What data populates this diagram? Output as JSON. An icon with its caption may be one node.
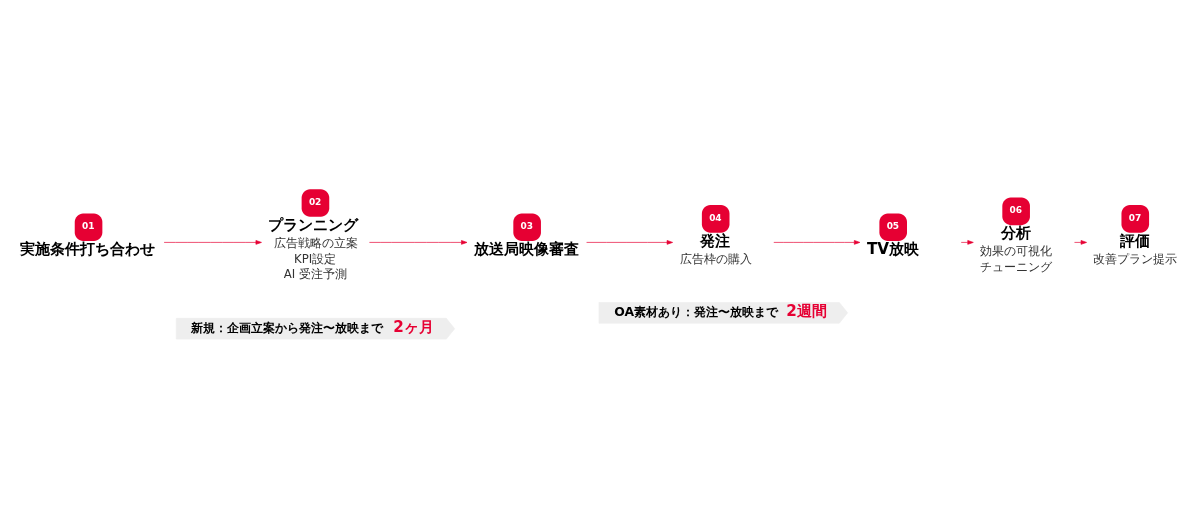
{
  "diagram": {
    "nodes": [
      {
        "text": [
          "01",
          "実施条件打ち合わせ"
        ]
      },
      {
        "text": [
          "02",
          "プランニング",
          "広告戦略の立案",
          "KPI設定",
          "AI 受注予測"
        ]
      },
      {
        "text": [
          "03",
          "放送局映像審査"
        ]
      },
      {
        "text": [
          "04",
          "発注",
          "広告枠の購入"
        ]
      },
      {
        "text": [
          "05",
          "TV放映"
        ]
      },
      {
        "text": [
          "06",
          "分析",
          "効果の可視化",
          "チューニング"
        ]
      },
      {
        "text": [
          "07",
          "評価",
          "改善プラン提示"
        ]
      },
      {
        "text": [
          "新規：企画立案から発注〜放映まで",
          "2ヶ月"
        ]
      },
      {
        "text": [
          "OA素材あり：発注〜放映まで",
          "2週間"
        ]
      }
    ],
    "edges": [
      {
        "from": 0,
        "to": 1,
        "arrow": "to"
      },
      {
        "from": 1,
        "to": 2,
        "arrow": "to"
      },
      {
        "from": 2,
        "to": 3,
        "arrow": "to"
      },
      {
        "from": 3,
        "to": 4,
        "arrow": "to"
      },
      {
        "from": 4,
        "to": 5,
        "arrow": "to"
      },
      {
        "from": 5,
        "to": 6,
        "arrow": "to"
      }
    ]
  }
}
